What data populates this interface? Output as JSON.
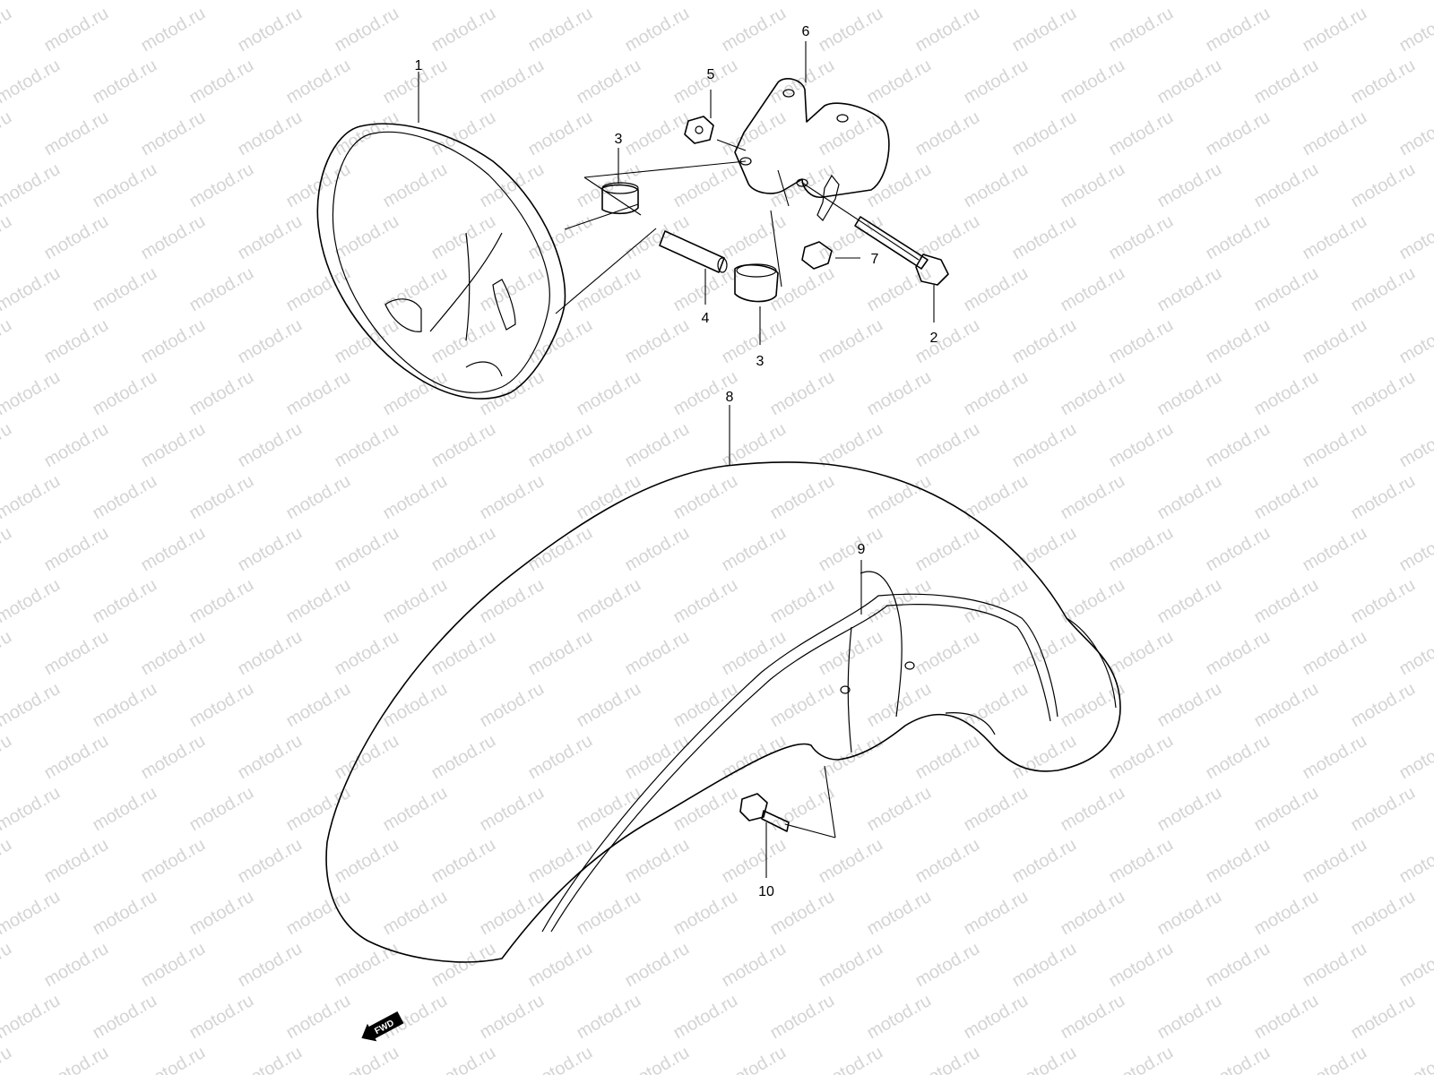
{
  "watermark": {
    "text": "motod.ru",
    "color": "#d4d4d4"
  },
  "callouts": [
    {
      "id": "c1",
      "label": "1"
    },
    {
      "id": "c2",
      "label": "2"
    },
    {
      "id": "c3a",
      "label": "3"
    },
    {
      "id": "c3b",
      "label": "3"
    },
    {
      "id": "c4",
      "label": "4"
    },
    {
      "id": "c5",
      "label": "5"
    },
    {
      "id": "c6",
      "label": "6"
    },
    {
      "id": "c7",
      "label": "7"
    },
    {
      "id": "c8",
      "label": "8"
    },
    {
      "id": "c9",
      "label": "9"
    },
    {
      "id": "c10",
      "label": "10"
    }
  ],
  "direction_arrow": {
    "label": "FWD"
  }
}
